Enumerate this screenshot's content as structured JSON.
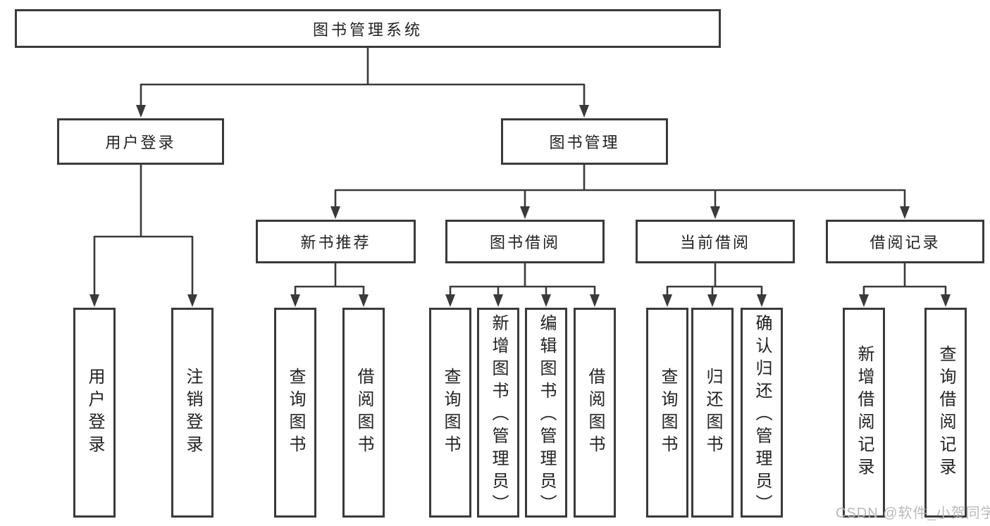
{
  "diagram": {
    "root": {
      "label": "图书管理系统"
    },
    "branches": [
      {
        "label": "用户登录",
        "children": [
          {
            "label": "用户登录"
          },
          {
            "label": "注销登录"
          }
        ]
      },
      {
        "label": "图书管理",
        "children": [
          {
            "label": "新书推荐",
            "children": [
              {
                "label": "查询图书"
              },
              {
                "label": "借阅图书"
              }
            ]
          },
          {
            "label": "图书借阅",
            "children": [
              {
                "label": "查询图书"
              },
              {
                "label": "新增图书（管理员）"
              },
              {
                "label": "编辑图书（管理员）"
              },
              {
                "label": "借阅图书"
              }
            ]
          },
          {
            "label": "当前借阅",
            "children": [
              {
                "label": "查询图书"
              },
              {
                "label": "归还图书"
              },
              {
                "label": "确认归还（管理员）"
              }
            ]
          },
          {
            "label": "借阅记录",
            "children": [
              {
                "label": "新增借阅记录"
              },
              {
                "label": "查询借阅记录"
              }
            ]
          }
        ]
      }
    ]
  },
  "watermark": {
    "text": "CSDN @软件_小贺同学"
  },
  "colors": {
    "line": "#3a3a3a",
    "box_border": "#3a3a3a",
    "text": "#222222",
    "background": "#ffffff",
    "watermark": "#b6b6b6"
  }
}
